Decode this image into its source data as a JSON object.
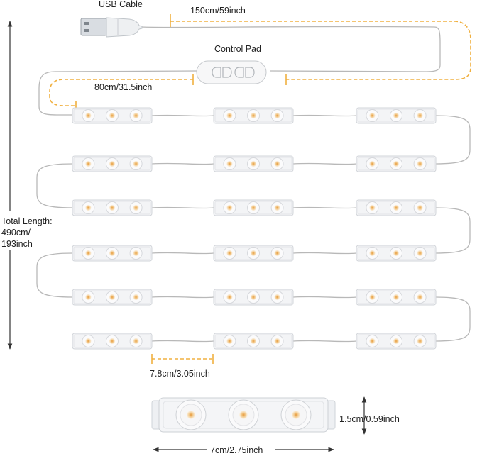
{
  "labels": {
    "usb_cable": "USB Cable",
    "cable_length": "150cm/59inch",
    "control_pad": "Control Pad",
    "lead_length": "80cm/31.5inch",
    "total_length_line1": "Total Length:",
    "total_length_line2": "490cm/",
    "total_length_line3": "193inch",
    "spacing": "7.8cm/3.05inch",
    "module_height": "1.5cm/0.59inch",
    "module_width": "7cm/2.75inch"
  },
  "led_grid": {
    "rows": 6,
    "modules_per_row": 3,
    "leds_per_module": 3
  },
  "colors": {
    "dimension_dashed": "#f0b040",
    "dimension_arrow": "#333333",
    "wire": "#b8b8b8",
    "module_body": "#f3f4f6",
    "led_glow": "#f2c88a"
  }
}
